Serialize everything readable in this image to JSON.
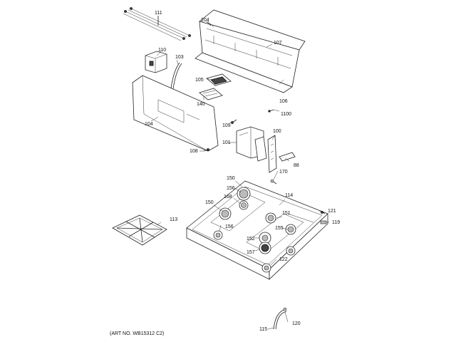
{
  "caption": "(ART NO. WB15312 C2)",
  "labels": {
    "p111": "111",
    "p204": "204",
    "p107": "107",
    "p110": "110",
    "p103": "103",
    "p105": "105",
    "p140": "140",
    "p106": "106",
    "p1100": "1100",
    "p104": "104",
    "p109": "109",
    "p100": "100",
    "p101": "101",
    "p108": "108",
    "p88": "88",
    "p170": "170",
    "p150a": "150",
    "p156a": "156",
    "p168": "168",
    "p114": "114",
    "p150b": "150",
    "p151": "151",
    "p121": "121",
    "p113": "113",
    "p156b": "156",
    "p155": "155",
    "p119": "119",
    "p152": "152",
    "p157": "157",
    "p122": "122",
    "p120": "120",
    "p115": "115"
  }
}
